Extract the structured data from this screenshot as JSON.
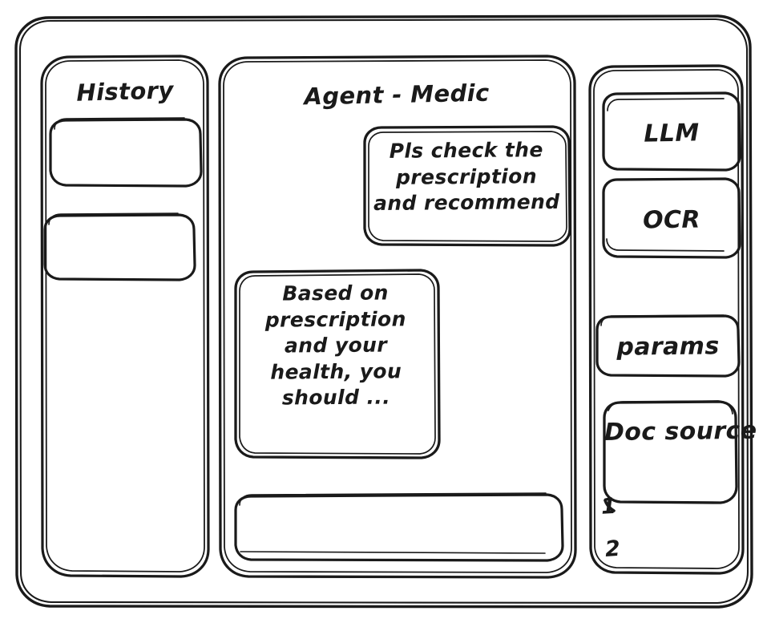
{
  "app": {
    "style": "hand-drawn-wireframe",
    "stroke_color": "#1a1a1a",
    "background_color": "#ffffff"
  },
  "history_panel": {
    "title": "History",
    "items": [
      {
        "label": ""
      },
      {
        "label": ""
      }
    ]
  },
  "agent_panel": {
    "title": "Agent - Medic",
    "messages": [
      {
        "role": "user",
        "align": "right",
        "text": "Pls check the\nprescription\nand recommend"
      },
      {
        "role": "agent",
        "align": "left",
        "text": "Based on\nprescription\nand your\nhealth, you\nshould ..."
      }
    ],
    "composer": {
      "value": "",
      "placeholder": ""
    }
  },
  "tools_panel": {
    "items": [
      {
        "label": "LLM"
      },
      {
        "label": "OCR"
      },
      {
        "label": "params"
      },
      {
        "label": "Doc source"
      }
    ],
    "sources": [
      {
        "label": "1"
      },
      {
        "label": "2"
      }
    ]
  }
}
